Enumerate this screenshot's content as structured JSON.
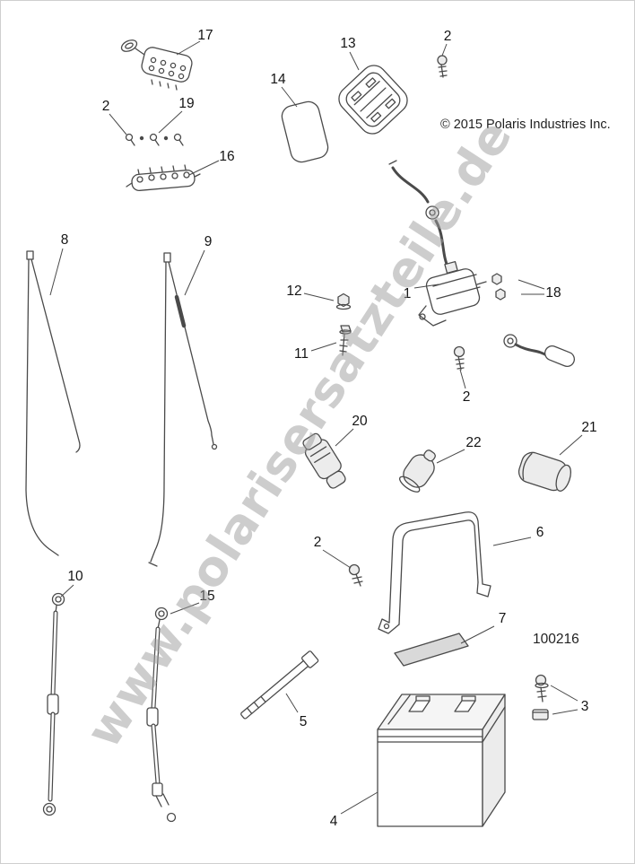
{
  "meta": {
    "copyright": "© 2015 Polaris Industries Inc.",
    "diagram_number": "100216",
    "watermark": "www.polarisersatzteile.de"
  },
  "colors": {
    "line": "#4a4a4a",
    "label_text": "#141414",
    "watermark_gray": "#9c9c9c",
    "background": "#ffffff"
  },
  "callouts": {
    "n1": "1",
    "n2a": "2",
    "n2b": "2",
    "n2c": "2",
    "n2d": "2",
    "n3": "3",
    "n4": "4",
    "n5": "5",
    "n6": "6",
    "n7": "7",
    "n8": "8",
    "n9": "9",
    "n10": "10",
    "n11": "11",
    "n12": "12",
    "n13": "13",
    "n14": "14",
    "n15": "15",
    "n16": "16",
    "n17": "17",
    "n18": "18",
    "n19": "19",
    "n20": "20",
    "n21": "21",
    "n22": "22"
  }
}
